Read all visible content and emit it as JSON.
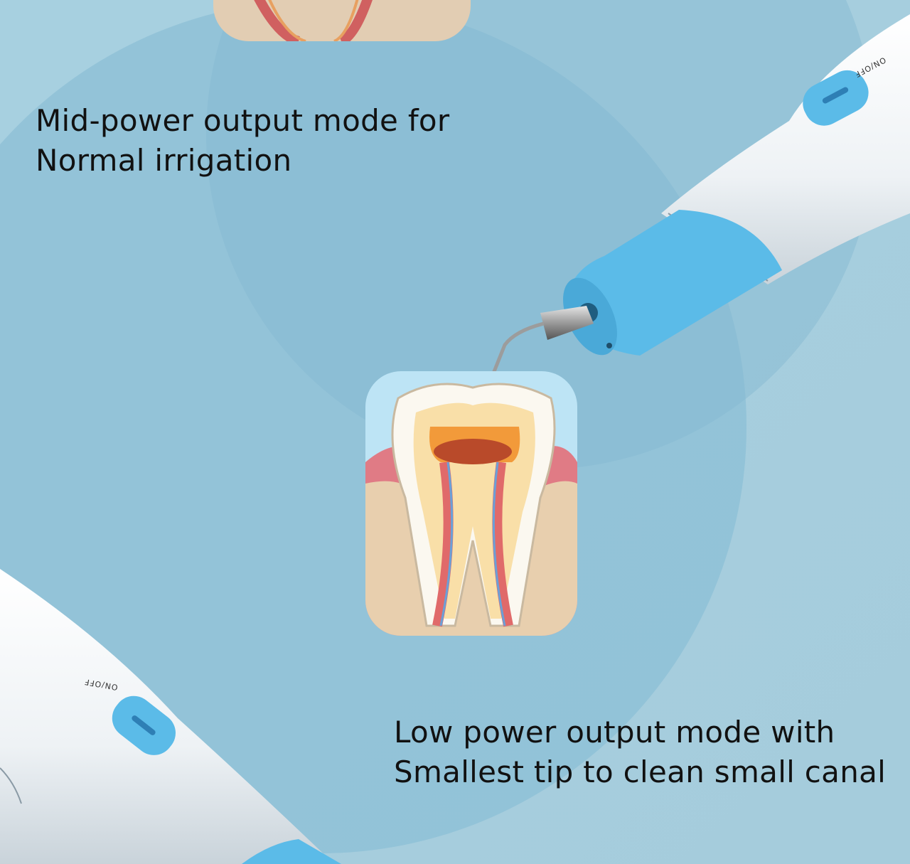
{
  "captions": {
    "mid_power": [
      "Mid-power output mode for",
      "Normal irrigation"
    ],
    "low_power": [
      "Low power output mode with",
      "Smallest tip to clean small canal"
    ]
  },
  "device": {
    "switch_label": "ON/OFF",
    "accent_color": "#5bbbe8"
  },
  "colors": {
    "background": "#8fc1d6",
    "circle": "#7db4cd"
  }
}
